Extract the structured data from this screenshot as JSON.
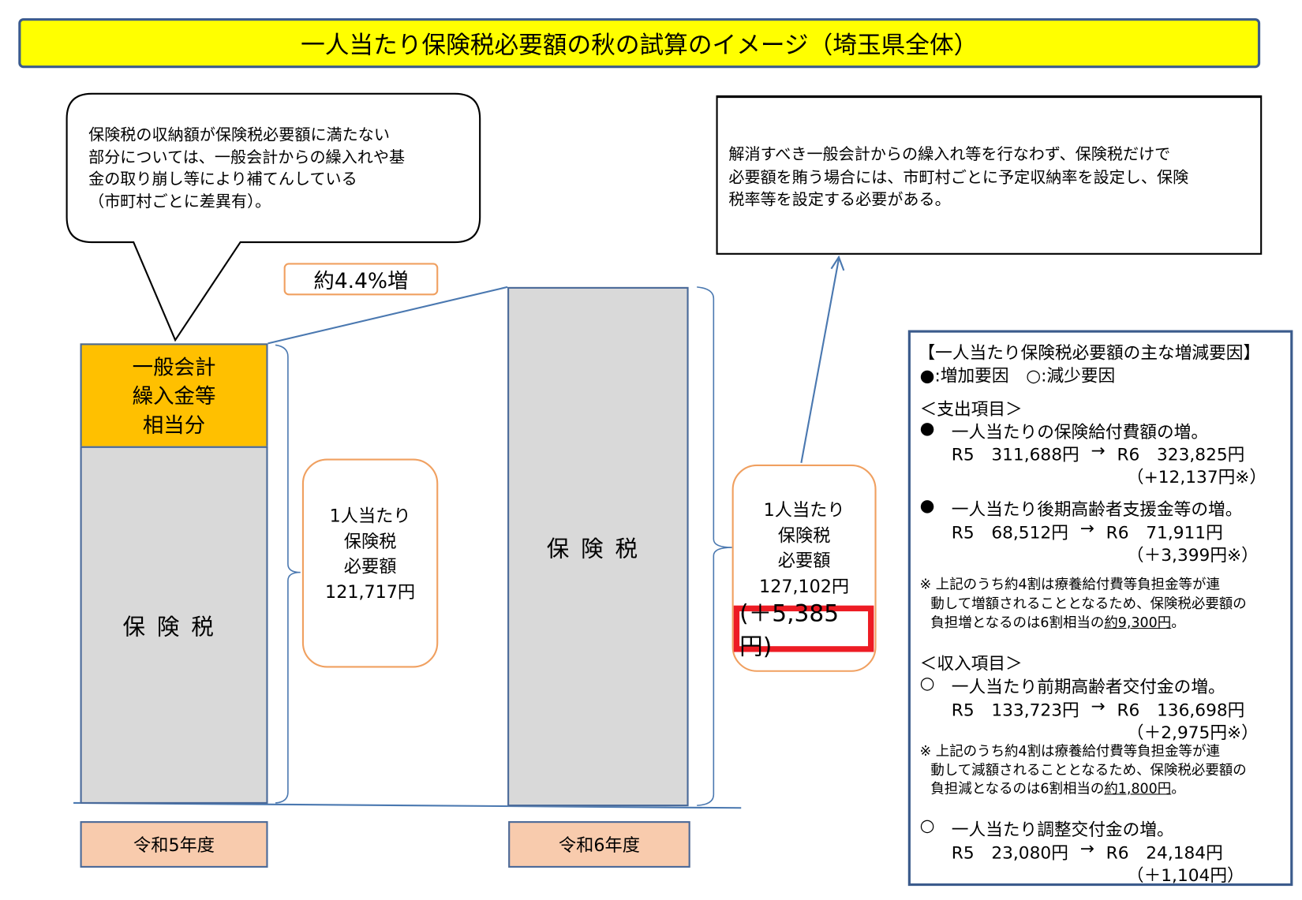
{
  "title": "一人当たり保険税必要額の秋の試算のイメージ（埼玉県全体）",
  "bubble": {
    "lines": [
      "保険税の収納額が保険税必要額に満たない",
      "部分については、一般会計からの繰入れや基",
      "金の取り崩し等により補てんしている",
      "（市町村ごとに差異有）。"
    ]
  },
  "increase_label": "約4.4%増",
  "note": {
    "lines": [
      "解消すべき一般会計からの繰入れ等を行なわず、保険税だけで",
      "必要額を賄う場合には、市町村ごとに予定収納率を設定し、保険",
      "税率等を設定する必要がある。"
    ]
  },
  "r5_bar": {
    "transfer_lines": [
      "一般会計",
      "繰入金等",
      "相当分"
    ],
    "tax_label": "保険税"
  },
  "r6_bar": {
    "tax_label": "保険税"
  },
  "r5_amount": {
    "lines": [
      "1人当たり",
      "保険税",
      "必要額",
      "121,717円"
    ]
  },
  "r6_amount": {
    "lines": [
      "1人当たり",
      "保険税",
      "必要額",
      "127,102円"
    ],
    "diff": "(＋5,385円)"
  },
  "years": [
    "令和5年度",
    "令和6年度"
  ],
  "factors": {
    "heading": "【一人当たり保険税必要額の主な増減要因】",
    "legend": "●:増加要因　○:減少要因",
    "expense_heading": "＜支出項目＞",
    "expense_items": [
      {
        "bullet": "●",
        "title": "一人当たりの保険給付費額の増。",
        "r5": "R5　311,688円",
        "arrow": "→",
        "r6": "R6　323,825円",
        "diff": "（+12,137円※）"
      },
      {
        "bullet": "●",
        "title": "一人当たり後期高齢者支援金等の増。",
        "r5": "R5　68,512円",
        "arrow": "→",
        "r6": "R6　71,911円",
        "diff": "（＋3,399円※）"
      }
    ],
    "expense_note": {
      "lines": [
        "※ 上記のうち約4割は療養給付費等負担金等が連",
        "動して増額されることとなるため、保険税必要額の",
        "負担増となるのは6割相当の"
      ],
      "amount": "約9,300円",
      "end": "。"
    },
    "income_heading": "＜収入項目＞",
    "income_items": [
      {
        "bullet": "○",
        "title": "一人当たり前期高齢者交付金の増。",
        "r5": "R5　133,723円",
        "arrow": "→",
        "r6": "R6　136,698円",
        "diff": "（＋2,975円※）"
      },
      {
        "bullet": "○",
        "title": "一人当たり調整交付金の増。",
        "r5": "R5　23,080円",
        "arrow": "→",
        "r6": "R6　24,184円",
        "diff": "（＋1,104円）"
      }
    ],
    "income_note": {
      "lines": [
        "※ 上記のうち約4割は療養給付費等負担金等が連",
        "動して減額されることとなるため、保険税必要額の",
        "負担減となるのは6割相当の"
      ],
      "amount": "約1,800円",
      "end": "。"
    }
  },
  "colors": {
    "banner": "#ffff00",
    "transfer": "#ffc000",
    "tax": "#d9d9d9",
    "year": "#f8cbad",
    "highlight": "#ed1c24",
    "line": "#4a78b0"
  }
}
